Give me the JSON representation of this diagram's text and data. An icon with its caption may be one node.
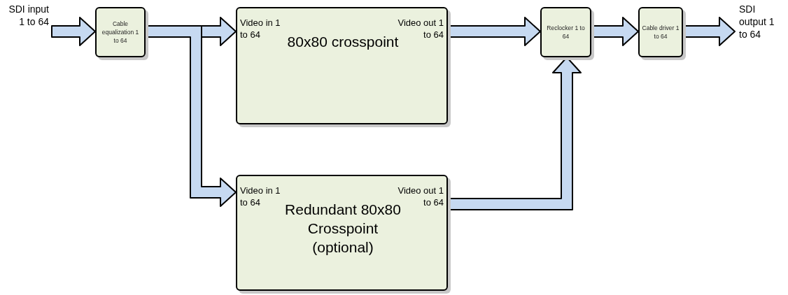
{
  "diagram": {
    "nodes": [
      {
        "text": [
          "SDI input 1 to 64"
        ]
      },
      {
        "text": [
          "Cable equalization 1 to 64"
        ]
      },
      {
        "text": [
          "Video in 1 to 64",
          "80x80 crosspoint",
          "Video out 1 to 64"
        ]
      },
      {
        "text": [
          "Video in 1 to 64",
          "Redundant 80x80 Crosspoint (optional)",
          "Video out 1 to 64"
        ]
      },
      {
        "text": [
          "Reclocker 1 to 64"
        ]
      },
      {
        "text": [
          "Cable driver 1 to 64"
        ]
      },
      {
        "text": [
          "SDI output 1 to 64"
        ]
      }
    ],
    "edges": [
      {
        "from": 0,
        "to": 1,
        "arrow": "to"
      },
      {
        "from": 1,
        "to": 2,
        "arrow": "to"
      },
      {
        "from": 1,
        "to": 3,
        "arrow": "to"
      },
      {
        "from": 2,
        "to": 4,
        "arrow": "to"
      },
      {
        "from": 3,
        "to": 4,
        "arrow": "to"
      },
      {
        "from": 4,
        "to": 5,
        "arrow": "to"
      },
      {
        "from": 5,
        "to": 6,
        "arrow": "to"
      }
    ]
  }
}
